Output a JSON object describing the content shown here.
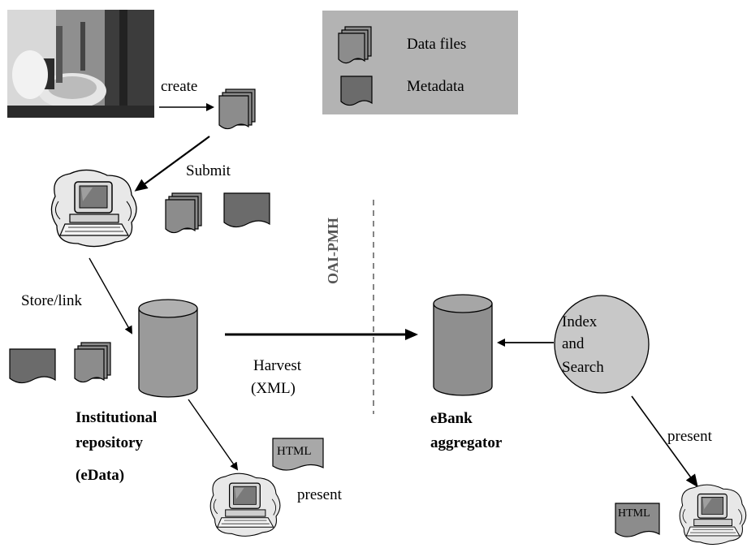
{
  "legend": {
    "data_files_label": "Data files",
    "metadata_label": "Metadata"
  },
  "labels": {
    "create": "create",
    "submit": "Submit",
    "store_link": "Store/link",
    "harvest_line1": "Harvest",
    "harvest_line2": "(XML)",
    "oai_pmh": "OAI-PMH",
    "institutional_line1": "Institutional",
    "institutional_line2": "repository",
    "edata": "(eData)",
    "html_doc_1": "HTML",
    "present_1": "present",
    "ebank_line1": "eBank",
    "ebank_line2": "aggregator",
    "index_line1": "Index",
    "index_line2": "and",
    "index_line3": "Search",
    "present_2": "present",
    "html_doc_2": "HTML"
  },
  "colors": {
    "legend_bg": "#b3b3b3",
    "data_file_fill": "#8c8c8c",
    "metadata_fill": "#6b6b6b",
    "cylinder_fill": "#9a9a9a",
    "index_circle_fill": "#c8c8c8",
    "html_doc_fill": "#a8a8a8"
  }
}
